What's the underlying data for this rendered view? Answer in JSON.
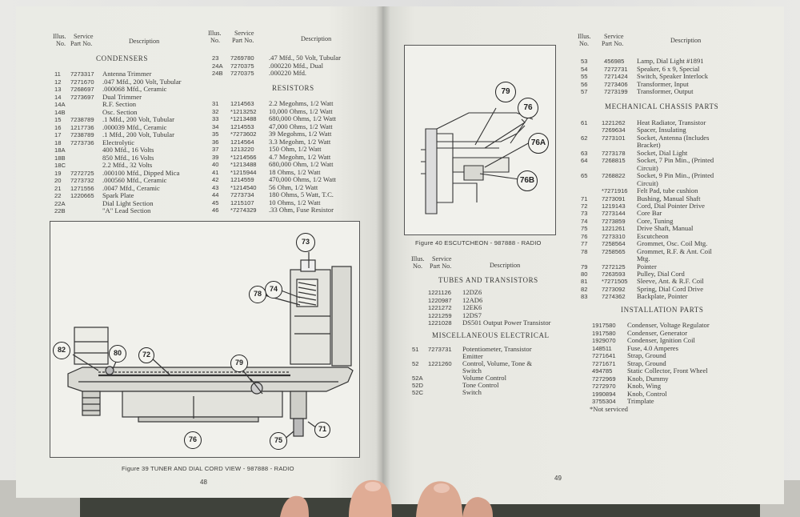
{
  "left_page": {
    "headers": {
      "illus": "Illus.",
      "no": "No.",
      "service": "Service",
      "part_no": "Part No.",
      "description": "Description"
    },
    "condensers_title": "CONDENSERS",
    "condensers": [
      {
        "illus": "11",
        "part": "7273317",
        "desc": "Antenna Trimmer"
      },
      {
        "illus": "12",
        "part": "7271670",
        "desc": ".047 Mfd., 200 Volt, Tubular"
      },
      {
        "illus": "13",
        "part": "7268697",
        "desc": ".000068 Mfd., Ceramic"
      },
      {
        "illus": "14",
        "part": "7273697",
        "desc": "Dual Trimmer"
      },
      {
        "illus": "14A",
        "part": "",
        "desc": "R.F. Section"
      },
      {
        "illus": "14B",
        "part": "",
        "desc": "Osc. Section"
      },
      {
        "illus": "15",
        "part": "7238789",
        "desc": ".1 Mfd., 200 Volt, Tubular"
      },
      {
        "illus": "16",
        "part": "1217736",
        "desc": ".000039 Mfd., Ceramic"
      },
      {
        "illus": "17",
        "part": "7238789",
        "desc": ".1 Mfd., 200 Volt, Tubular"
      },
      {
        "illus": "18",
        "part": "7273736",
        "desc": "Electrolytic"
      },
      {
        "illus": "18A",
        "part": "",
        "desc": "400 Mfd., 16 Volts"
      },
      {
        "illus": "18B",
        "part": "",
        "desc": "850 Mfd., 16 Volts"
      },
      {
        "illus": "18C",
        "part": "",
        "desc": "2.2 Mfd., 32 Volts"
      },
      {
        "illus": "19",
        "part": "7272725",
        "desc": ".000100 Mfd., Dipped Mica"
      },
      {
        "illus": "20",
        "part": "7273732",
        "desc": ".000560 Mfd., Ceramic"
      },
      {
        "illus": "21",
        "part": "1271556",
        "desc": ".0047 Mfd., Ceramic"
      },
      {
        "illus": "22",
        "part": "1220665",
        "desc": "Spark Plate"
      },
      {
        "illus": "22A",
        "part": "",
        "desc": "Dial Light Section"
      },
      {
        "illus": "22B",
        "part": "",
        "desc": "\"A\" Lead Section"
      }
    ],
    "condensers2": [
      {
        "illus": "23",
        "part": "7269780",
        "desc": ".47 Mfd., 50 Volt, Tubular"
      },
      {
        "illus": "24A",
        "part": "7270375",
        "desc": ".000220 Mfd., Dual"
      },
      {
        "illus": "24B",
        "part": "7270375",
        "desc": ".000220 Mfd."
      }
    ],
    "resistors_title": "RESISTORS",
    "resistors": [
      {
        "illus": "31",
        "part": "1214563",
        "desc": "2.2 Megohms, 1/2 Watt"
      },
      {
        "illus": "32",
        "part": "*1213252",
        "desc": "10,000 Ohms, 1/2 Watt"
      },
      {
        "illus": "33",
        "part": "*1213488",
        "desc": "680,000 Ohms, 1/2 Watt"
      },
      {
        "illus": "34",
        "part": "1214553",
        "desc": "47,000 Ohms, 1/2 Watt"
      },
      {
        "illus": "35",
        "part": "*7273602",
        "desc": "39 Megohms, 1/2 Watt"
      },
      {
        "illus": "36",
        "part": "1214564",
        "desc": "3.3 Megohm, 1/2 Watt"
      },
      {
        "illus": "37",
        "part": "1213220",
        "desc": "150 Ohm, 1/2 Watt"
      },
      {
        "illus": "39",
        "part": "*1214566",
        "desc": "4.7 Megohm, 1/2 Watt"
      },
      {
        "illus": "40",
        "part": "*1213488",
        "desc": "680,000 Ohm, 1/2 Watt"
      },
      {
        "illus": "41",
        "part": "*1215944",
        "desc": "18 Ohms, 1/2 Watt"
      },
      {
        "illus": "42",
        "part": "1214559",
        "desc": "470,000 Ohms, 1/2 Watt"
      },
      {
        "illus": "43",
        "part": "*1214540",
        "desc": "56 Ohm, 1/2 Watt"
      },
      {
        "illus": "44",
        "part": "7273734",
        "desc": "180 Ohms, 5 Watt, T.C."
      },
      {
        "illus": "45",
        "part": "1215107",
        "desc": "10 Ohms, 1/2 Watt"
      },
      {
        "illus": "46",
        "part": "*7274329",
        "desc": ".33 Ohm, Fuse Resistor"
      }
    ],
    "figure": {
      "caption": "Figure 39   TUNER AND DIAL CORD VIEW - 987888 - RADIO",
      "callouts": [
        "73",
        "74",
        "78",
        "82",
        "80",
        "72",
        "79",
        "76",
        "75",
        "71"
      ]
    },
    "page_number": "48"
  },
  "right_page": {
    "figure": {
      "caption": "Figure 40   ESCUTCHEON - 987888 - RADIO",
      "callouts": [
        "79",
        "76",
        "76A",
        "76B"
      ]
    },
    "headers": {
      "illus": "Illus.",
      "no": "No.",
      "service": "Service",
      "part_no": "Part No.",
      "description": "Description"
    },
    "tubes_title": "TUBES AND TRANSISTORS",
    "tubes": [
      {
        "part": "1221126",
        "desc": "12DZ6"
      },
      {
        "part": "1220987",
        "desc": "12AD6"
      },
      {
        "part": "1221272",
        "desc": "12EK6"
      },
      {
        "part": "1221259",
        "desc": "12DS7"
      },
      {
        "part": "1221028",
        "desc": "DS501 Output Power Transistor"
      }
    ],
    "misc_title": "MISCELLANEOUS ELECTRICAL",
    "misc": [
      {
        "illus": "51",
        "part": "7273731",
        "desc": "Potentiometer, Transistor",
        "desc2": "Emitter"
      },
      {
        "illus": "52",
        "part": "1221260",
        "desc": "Control, Volume, Tone &",
        "desc2": "Switch"
      },
      {
        "illus": "52A",
        "part": "",
        "desc": "Volume Control",
        "desc2": ""
      },
      {
        "illus": "52D",
        "part": "",
        "desc": "Tone Control",
        "desc2": ""
      },
      {
        "illus": "52C",
        "part": "",
        "desc": "Switch",
        "desc2": ""
      }
    ],
    "top_list": [
      {
        "illus": "53",
        "part": "456985",
        "desc": "Lamp, Dial Light #1891"
      },
      {
        "illus": "54",
        "part": "7272731",
        "desc": "Speaker, 6 x 9, Special"
      },
      {
        "illus": "55",
        "part": "7271424",
        "desc": "Switch, Speaker Interlock"
      },
      {
        "illus": "56",
        "part": "7273406",
        "desc": "Transformer, Input"
      },
      {
        "illus": "57",
        "part": "7273199",
        "desc": "Transformer, Output"
      }
    ],
    "mech_title": "MECHANICAL CHASSIS PARTS",
    "mech": [
      {
        "illus": "61",
        "part": "1221262",
        "desc": "Heat Radiator, Transistor",
        "desc2": ""
      },
      {
        "illus": "",
        "part": "7269634",
        "desc": "Spacer, Insulating",
        "desc2": ""
      },
      {
        "illus": "62",
        "part": "7273101",
        "desc": "Socket, Antenna (Includes",
        "desc2": "Bracket)"
      },
      {
        "illus": "63",
        "part": "7273178",
        "desc": "Socket, Dial Light",
        "desc2": ""
      },
      {
        "illus": "64",
        "part": "7268815",
        "desc": "Socket, 7 Pin Min., (Printed",
        "desc2": "Circuit)"
      },
      {
        "illus": "65",
        "part": "7268822",
        "desc": "Socket, 9 Pin Min., (Printed",
        "desc2": "Circuit)"
      },
      {
        "illus": "",
        "part": "*7271916",
        "desc": "Felt Pad, tube cushion",
        "desc2": ""
      },
      {
        "illus": "71",
        "part": "7273091",
        "desc": "Bushing, Manual Shaft",
        "desc2": ""
      },
      {
        "illus": "72",
        "part": "1219143",
        "desc": "Cord, Dial Pointer Drive",
        "desc2": ""
      },
      {
        "illus": "73",
        "part": "7273144",
        "desc": "Core Bar",
        "desc2": ""
      },
      {
        "illus": "74",
        "part": "7273859",
        "desc": "Core, Tuning",
        "desc2": ""
      },
      {
        "illus": "75",
        "part": "1221261",
        "desc": "Drive Shaft, Manual",
        "desc2": ""
      },
      {
        "illus": "76",
        "part": "7273310",
        "desc": "Escutcheon",
        "desc2": ""
      },
      {
        "illus": "77",
        "part": "7258564",
        "desc": "Grommet, Osc. Coil Mtg.",
        "desc2": ""
      },
      {
        "illus": "78",
        "part": "7258565",
        "desc": "Grommet, R.F. & Ant. Coil",
        "desc2": "Mtg."
      },
      {
        "illus": "79",
        "part": "7272125",
        "desc": "Pointer",
        "desc2": ""
      },
      {
        "illus": "80",
        "part": "7263593",
        "desc": "Pulley, Dial Cord",
        "desc2": ""
      },
      {
        "illus": "81",
        "part": "*7271505",
        "desc": "Sleeve, Ant. & R.F. Coil",
        "desc2": ""
      },
      {
        "illus": "82",
        "part": "7273092",
        "desc": "Spring, Dial Cord Drive",
        "desc2": ""
      },
      {
        "illus": "83",
        "part": "7274362",
        "desc": "Backplate, Pointer",
        "desc2": ""
      }
    ],
    "install_title": "INSTALLATION PARTS",
    "install": [
      {
        "part": "1917580",
        "desc": "Condenser, Voltage Regulator"
      },
      {
        "part": "1917580",
        "desc": "Condenser, Generator"
      },
      {
        "part": "1929070",
        "desc": "Condenser, Ignition Coil"
      },
      {
        "part": "148511",
        "desc": "Fuse, 4.0 Amperes"
      },
      {
        "part": "7271641",
        "desc": "Strap, Ground"
      },
      {
        "part": "7271671",
        "desc": "Strap, Ground"
      },
      {
        "part": "494785",
        "desc": "Static Collector, Front Wheel"
      },
      {
        "part": "7272969",
        "desc": "Knob, Dummy"
      },
      {
        "part": "7272970",
        "desc": "Knob, Wing"
      },
      {
        "part": "1990894",
        "desc": "Knob, Control"
      },
      {
        "part": "3755304",
        "desc": "Trimplate"
      }
    ],
    "footnote": "*Not serviced",
    "page_number": "49"
  }
}
